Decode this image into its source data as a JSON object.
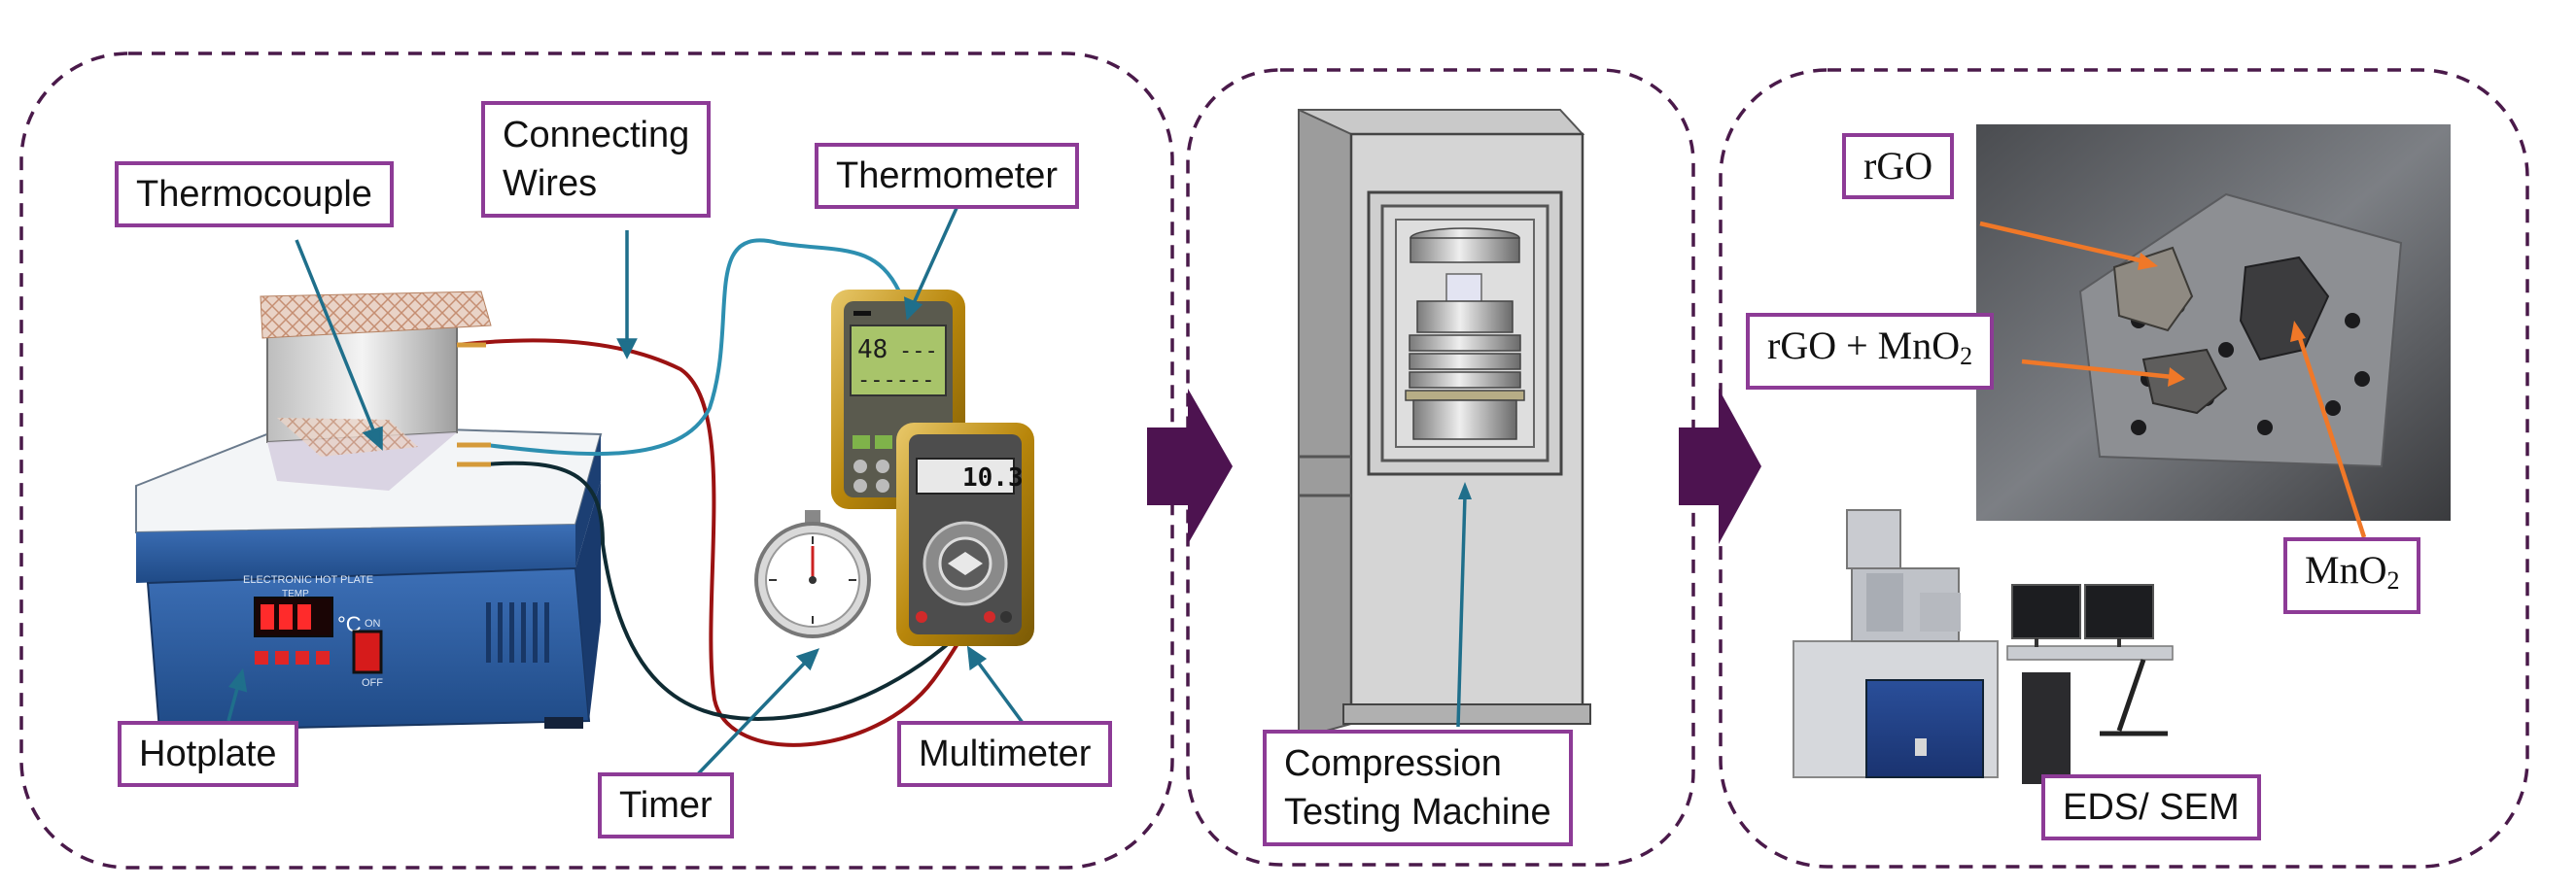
{
  "panel1": {
    "thermocouple": "Thermocouple",
    "connecting_wires": [
      "Connecting",
      "Wires"
    ],
    "thermometer": "Thermometer",
    "thermometer_reading": "48",
    "thermometer_dashes_1": "---",
    "thermometer_dashes_2": "------",
    "multimeter_reading": "10.3",
    "hotplate": "Hotplate",
    "timer": "Timer",
    "multimeter": "Multimeter",
    "hotplate_brand": "ELECTRONIC HOT PLATE",
    "hotplate_temp": "TEMP",
    "hotplate_on": "ON",
    "hotplate_off": "OFF",
    "hotplate_unit": "°C"
  },
  "panel2": {
    "compression_machine": [
      "Compression",
      "Testing Machine"
    ]
  },
  "panel3": {
    "rgo": "rGO",
    "rgo_mno2_prefix": "rGO + MnO",
    "mno2_prefix": "MnO",
    "subscript_2": "2",
    "eds_sem": "EDS/ SEM"
  },
  "colors": {
    "dashed_border": "#4a1a4a",
    "label_border": "#8d3b96",
    "arrow_block": "#4d1350",
    "pointer_blue": "#1f6f8b",
    "pointer_orange": "#f07828",
    "hotplate_blue": "#2f5d9e",
    "red_wire": "#9b1212",
    "blue_wire": "#2d8fb0",
    "dark_wire": "#0f2b33"
  }
}
